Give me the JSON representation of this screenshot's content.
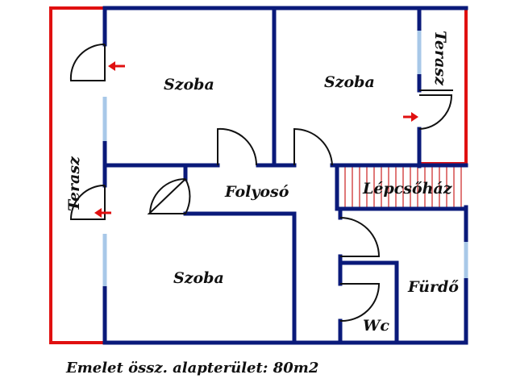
{
  "colors": {
    "wall": "#0a1a7a",
    "terrace": "#e01010",
    "window": "#a8c8e8",
    "stairs": "#cc2020",
    "door": "#111111",
    "arrow": "#e01010",
    "background": "#ffffff"
  },
  "rooms": {
    "szoba_top_left": "Szoba",
    "szoba_top_right": "Szoba",
    "szoba_bottom_left": "Szoba",
    "folyoso": "Folyosó",
    "lepcsohaz": "Lépcsőház",
    "furdo": "Fürdő",
    "wc": "Wc",
    "terasz_left": "Terasz",
    "terasz_right": "Terasz"
  },
  "caption": "Emelet össz. alapterület: 80m2"
}
